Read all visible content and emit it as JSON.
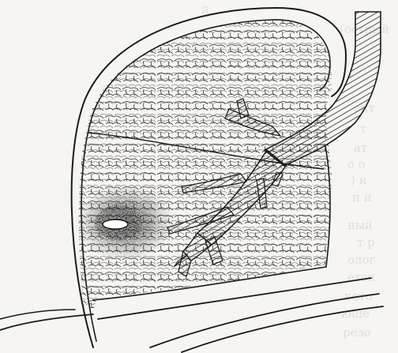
{
  "figure": {
    "kind": "anatomical line drawing",
    "subject": "lung lobe with pleura, bronchial tree and a lesion with central cavity",
    "ink_color": "#1a1a1a",
    "paper_color": "#f6f5f1",
    "lesion_color": "#2b2b2b"
  },
  "background": {
    "bleed_through_text": [
      "(острый",
      "д",
      "сит",
      "т",
      "ат",
      "о о",
      ") и",
      "п и",
      "ный",
      "т р",
      "олог",
      "ется",
      "кото",
      "юще",
      "резо"
    ]
  },
  "icons": {
    "trachea": "banded-tube",
    "bronchi": "banded-branches",
    "alveoli": "cell-mesh",
    "lesion": "stippled-shadow-with-cavity"
  }
}
